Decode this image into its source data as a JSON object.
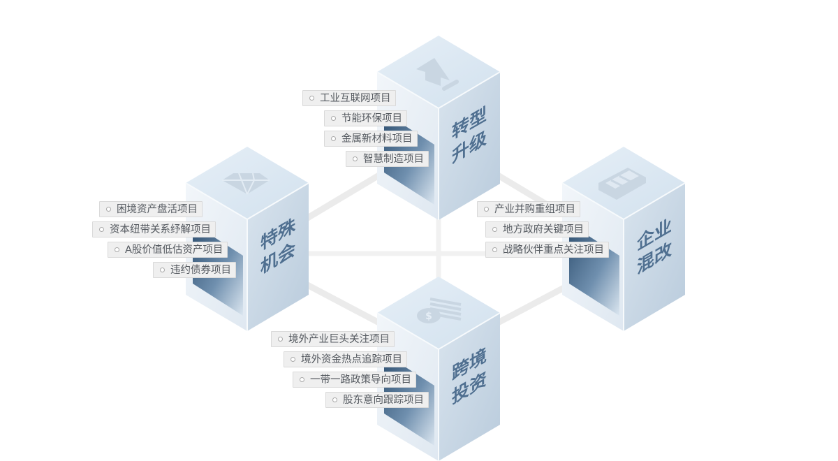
{
  "cubes": [
    {
      "id": "transform",
      "icon": "arrow-up-icon",
      "line1": "转型",
      "line2": "升级",
      "items": [
        "工业互联网项目",
        "节能环保项目",
        "金属新材料项目",
        "智慧制造项目"
      ]
    },
    {
      "id": "special",
      "icon": "diamond-icon",
      "line1": "特殊",
      "line2": "机会",
      "items": [
        "困境资产盘活项目",
        "资本纽带关系纾解项目",
        "A股价值低估资产项目",
        "违约债券项目"
      ]
    },
    {
      "id": "reform",
      "icon": "building-icon",
      "line1": "企业",
      "line2": "混改",
      "items": [
        "产业并购重组项目",
        "地方政府关键项目",
        "战略伙伴重点关注项目"
      ]
    },
    {
      "id": "crossborder",
      "icon": "money-icon",
      "line1": "跨境",
      "line2": "投资",
      "items": [
        "境外产业巨头关注项目",
        "境外资金热点追踪项目",
        "一带一路政策导向项目",
        "股东意向跟踪项目"
      ]
    }
  ],
  "colors": {
    "top_face": "#dde9f3",
    "left_face": "#e9f0f6",
    "right_face": "#c7d6e4",
    "pocket_dark": "#3e5f80",
    "label_text": "#4f6f90",
    "connector": "#ececec",
    "tag_bg": "#efefef"
  }
}
